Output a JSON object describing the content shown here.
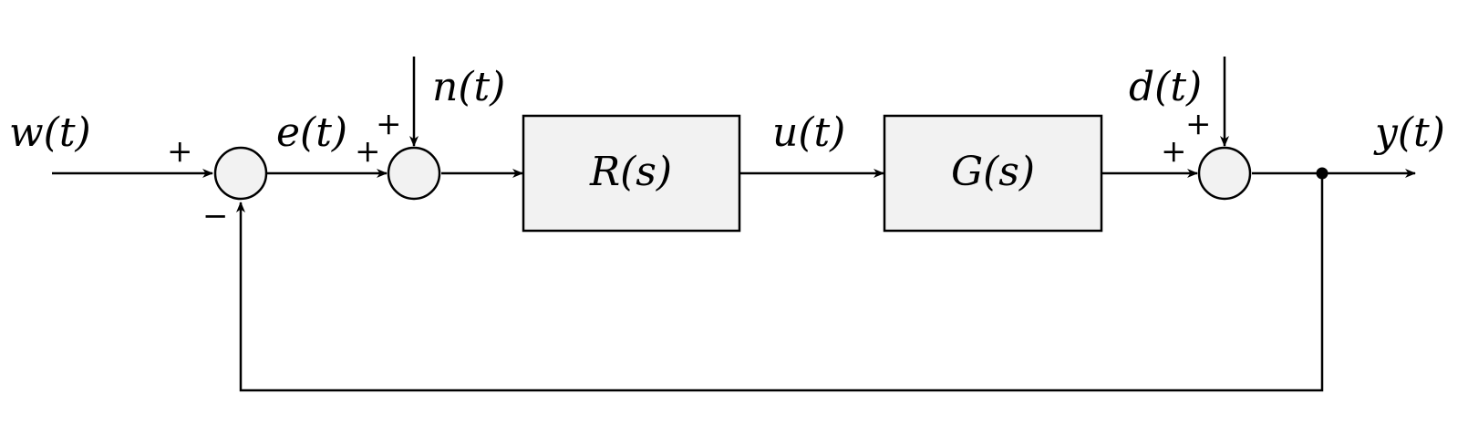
{
  "blocks": {
    "controller": "R(s)",
    "plant": "G(s)"
  },
  "signals": {
    "reference": "w(t)",
    "error": "e(t)",
    "noise": "n(t)",
    "control": "u(t)",
    "disturbance": "d(t)",
    "output": "y(t)"
  },
  "signs": {
    "s1_reference": "+",
    "s1_feedback": "−",
    "s2_error": "+",
    "s2_noise": "+",
    "s3_plant": "+",
    "s3_disturbance": "+"
  }
}
